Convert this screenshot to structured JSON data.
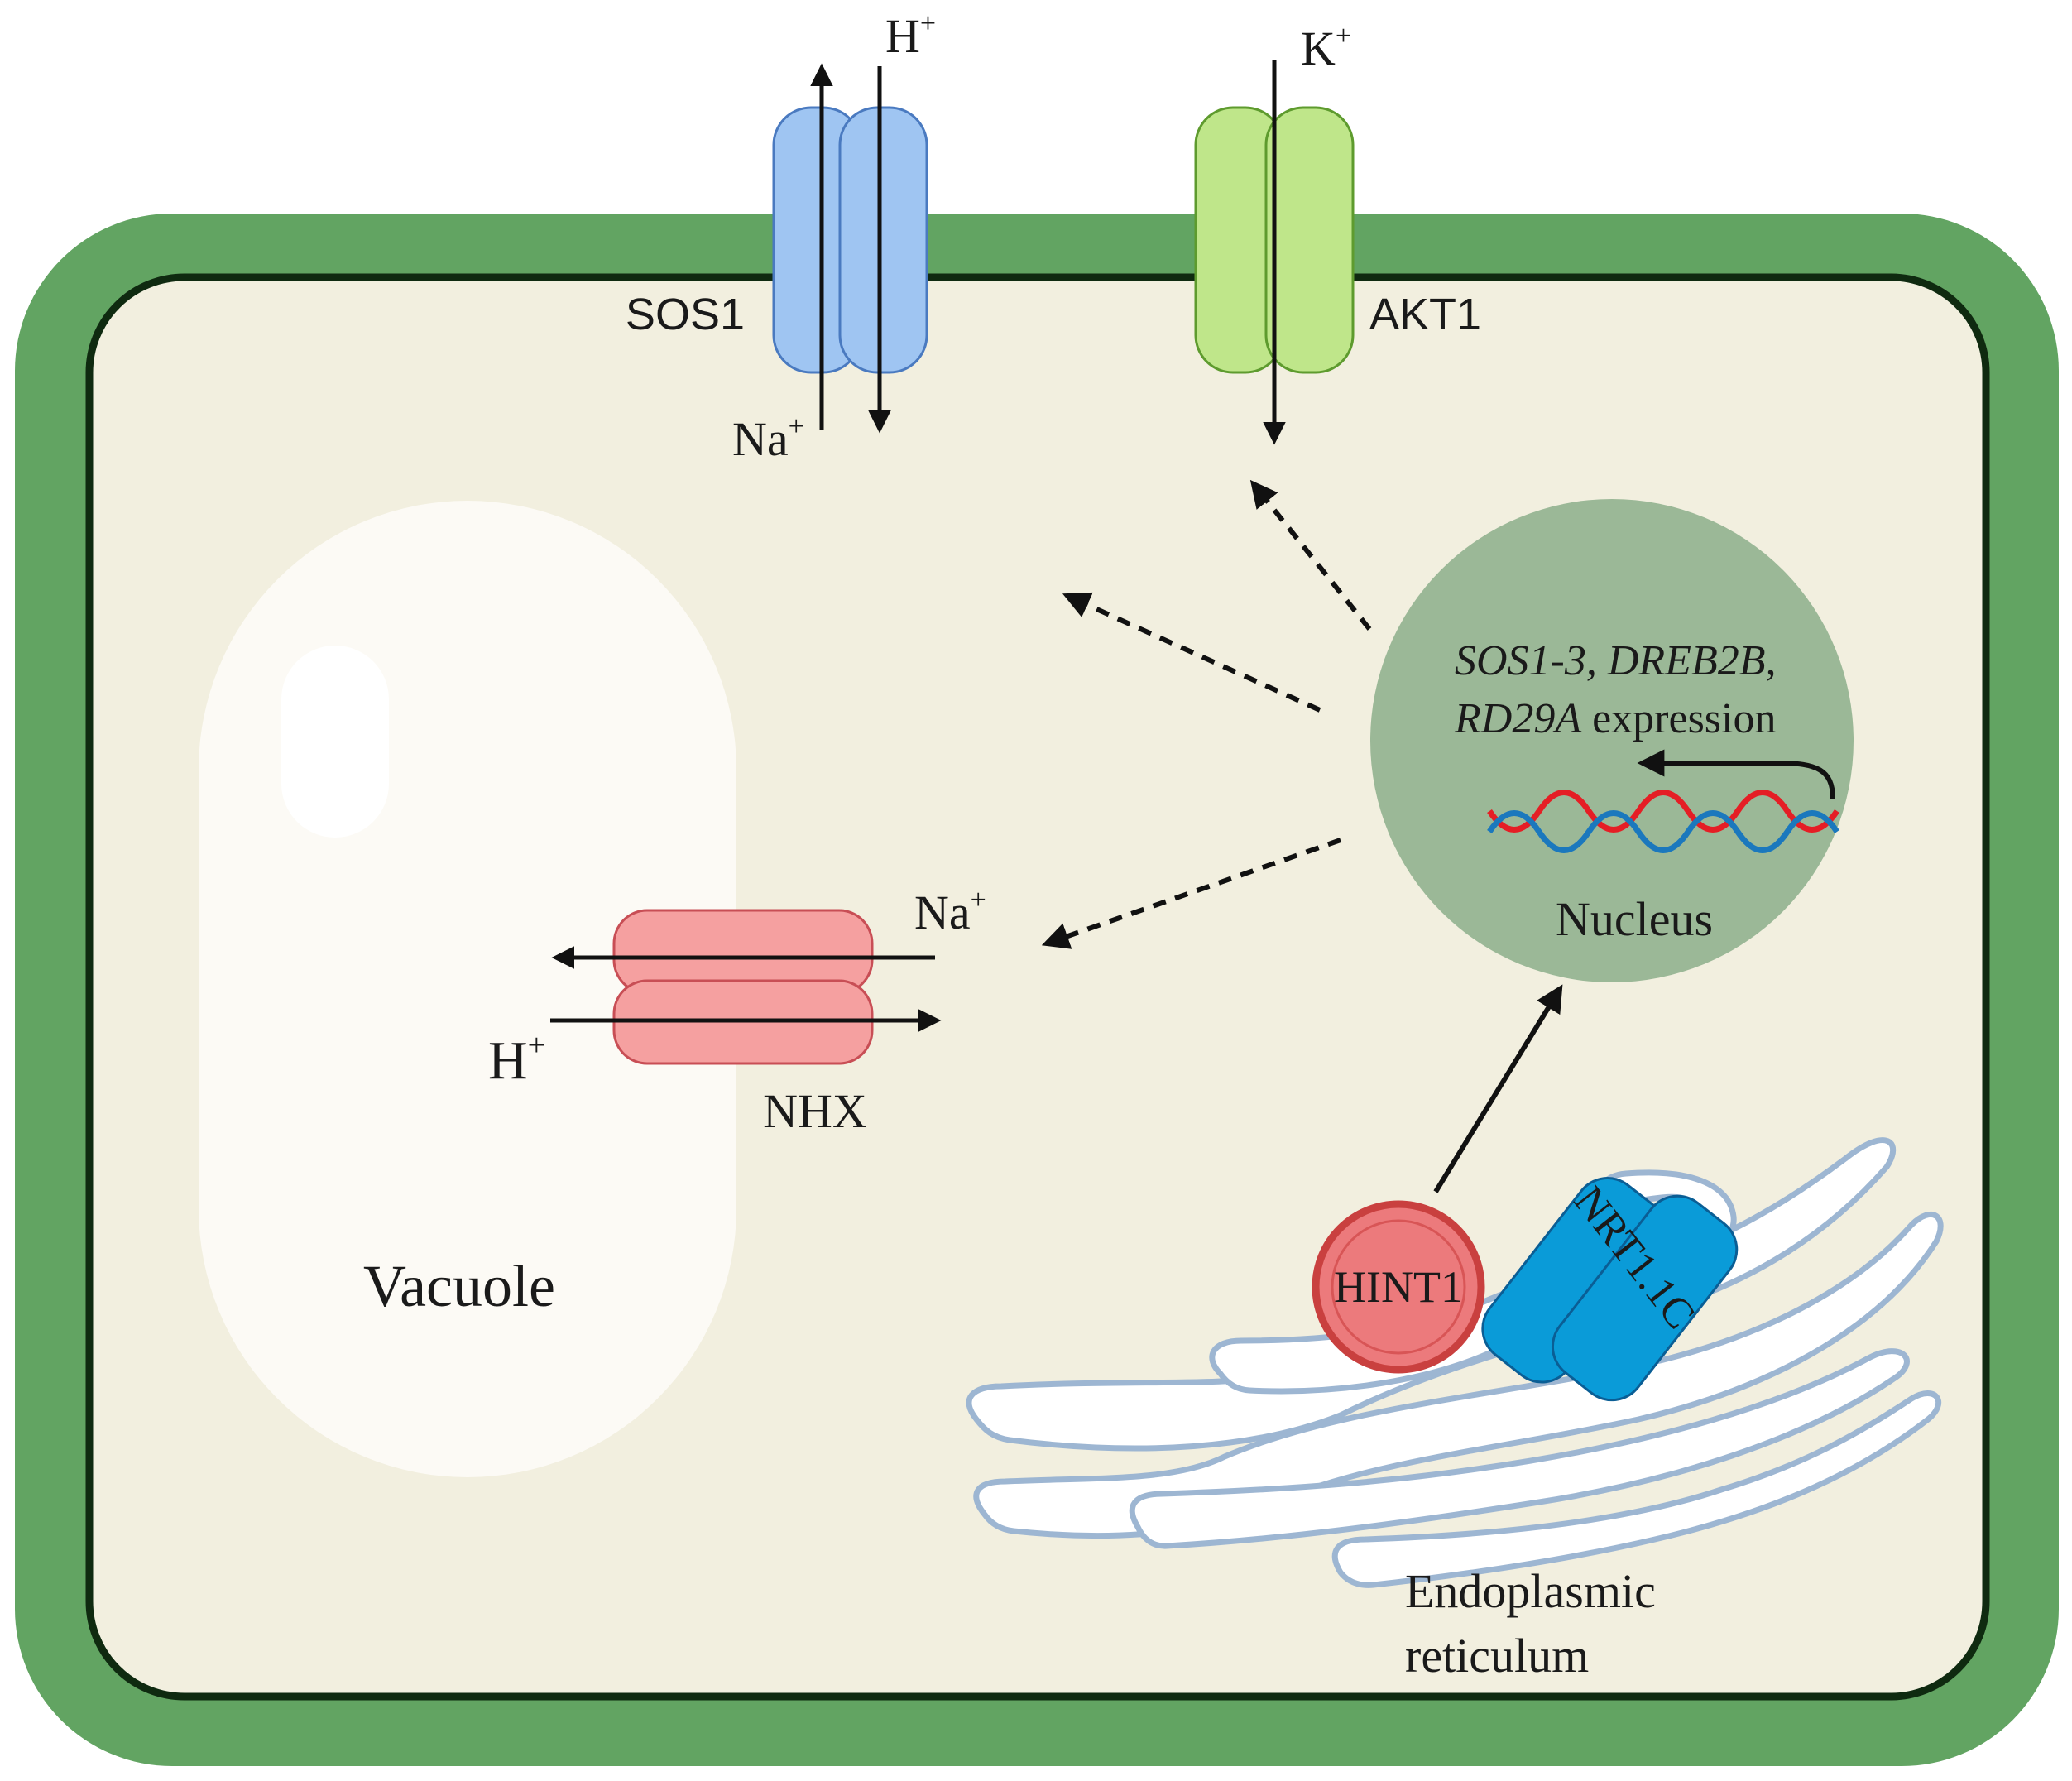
{
  "labels": {
    "sos1": "SOS1",
    "akt1": "AKT1",
    "nhx": "NHX",
    "vacuole": "Vacuole",
    "nucleus": "Nucleus",
    "hint1": "HINT1",
    "nrt": "NRT1.1C",
    "er_line1": "Endoplasmic",
    "er_line2": "reticulum"
  },
  "ions": {
    "sos1_top_base": "H",
    "sos1_top_sup": "+",
    "sos1_bottom_base": "Na",
    "sos1_bottom_sup": "+",
    "akt1_top_base": "K",
    "akt1_top_sup": "+",
    "nhx_right_base": "Na",
    "nhx_right_sup": "+",
    "nhx_left_base": "H",
    "nhx_left_sup": "+"
  },
  "expression": {
    "line1_italic": "SOS1-3, DREB2B,",
    "line2_italic": "RD29A",
    "line2_rest": " expression"
  },
  "colors": {
    "cell_wall": "#62a462",
    "cytoplasm": "#f2efdf",
    "membrane": "#0f2a10",
    "vacuole": "#fcfaf5",
    "sos1": "#9fc5f2",
    "akt1": "#bfe68a",
    "nhx": "#f5a0a0",
    "nucleus": "#9bb897",
    "hint1": "#ec7a7c",
    "nrt": "#0a9bd8",
    "er_outline": "#9db6d2",
    "dna_red": "#e51e25",
    "dna_blue": "#1b78bd"
  }
}
